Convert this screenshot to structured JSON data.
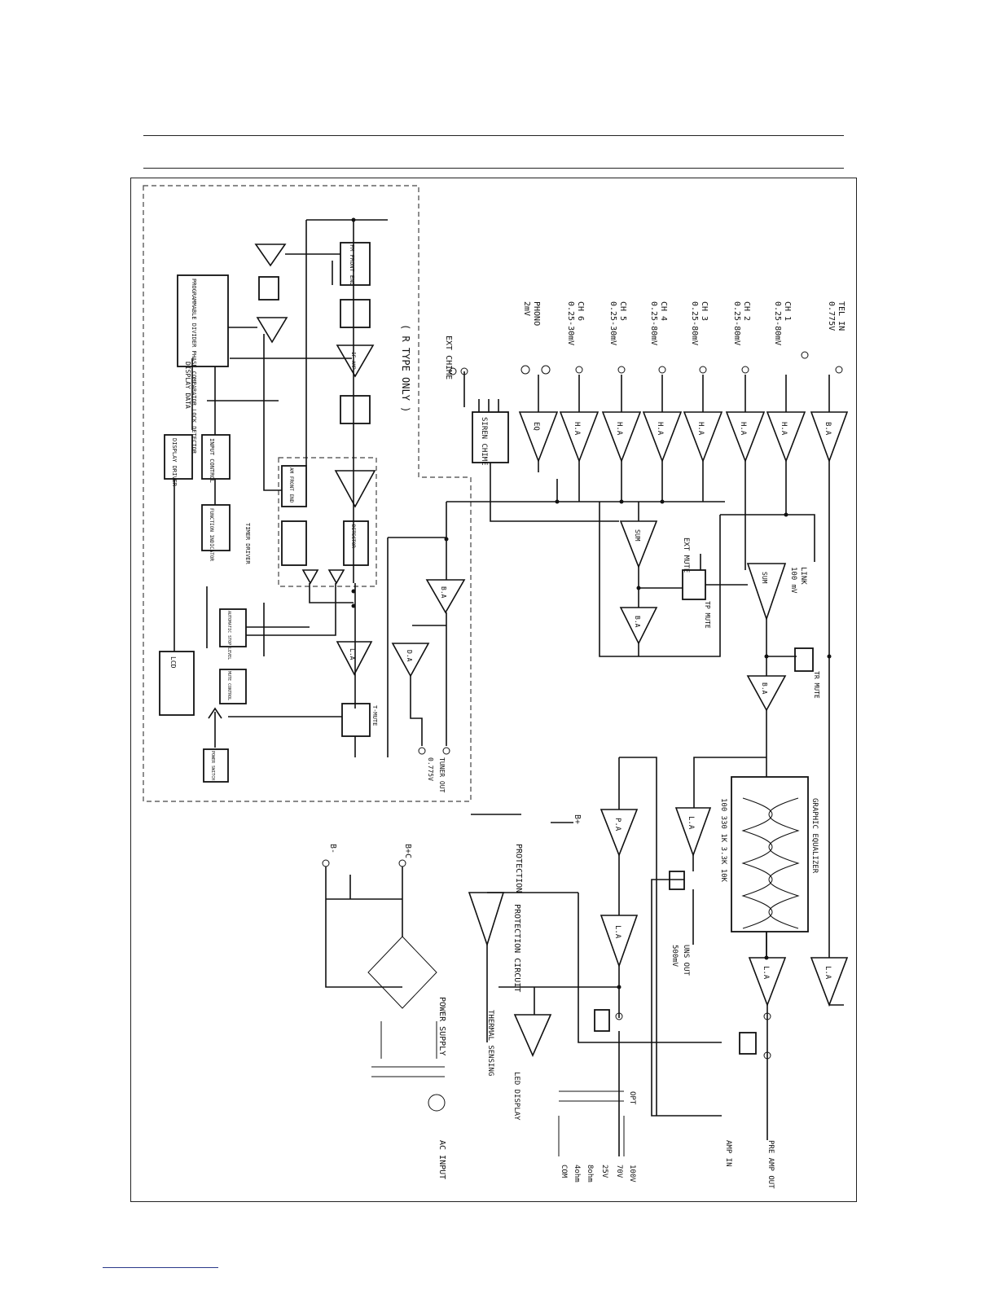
{
  "diagram": {
    "title": "",
    "optional_section": "( R TYPE ONLY )",
    "inputs": [
      {
        "id": "tel",
        "name": "TEL IN",
        "level": "0.775V"
      },
      {
        "id": "ch1",
        "name": "CH 1",
        "level": "0.25-80mV"
      },
      {
        "id": "ch2",
        "name": "CH 2",
        "level": "0.25-80mV"
      },
      {
        "id": "ch3",
        "name": "CH 3",
        "level": "0.25-80mV"
      },
      {
        "id": "ch4",
        "name": "CH 4",
        "level": "0.25-80mV"
      },
      {
        "id": "ch5",
        "name": "CH 5",
        "level": "0.25-30mV"
      },
      {
        "id": "ch6",
        "name": "CH 6",
        "level": "0.25-30mV"
      },
      {
        "id": "phono",
        "name": "PHONO",
        "level": "2mV"
      },
      {
        "id": "ext_chime",
        "name": "EXT CHIME",
        "level": ""
      }
    ],
    "blocks": {
      "head_amp": "H.A",
      "line_amp": "L.A",
      "eq": "EQ",
      "buffer_amp": "B.A",
      "driver_amp": "D.A",
      "mix": "SUM",
      "siren": "SIREN CHIME",
      "power_amp": "P.A",
      "graphic_eq": "GRAPHIC EQUALIZER",
      "eq_bands": "100 330 1K 3.3K 10K",
      "protection_circuit": "PROTECTION CIRCUIT",
      "protection": "PROTECTION",
      "thermal": "THERMAL SENSING",
      "led_display": "LED DISPLAY",
      "power_supply": "POWER SUPPLY",
      "ac_input": "AC INPUT",
      "tuner_eq": "PROGRAMMABLE DIVIDER PHASE COMPARATOR LOCK DETECTOR",
      "front_end_fm": "FM FRONT END",
      "front_end_am": "AM FRONT END",
      "if_amp": "IF AMP",
      "detector": "DETECTOR",
      "function_indicator": "FUNCTION INDICATOR",
      "input_control": "INPUT CONTROL",
      "display_driver": "DISPLAY DRIVER",
      "display_data": "DISPLAY DATA",
      "auto_stop": "AUTOMATIC STOP LEVEL",
      "mute_control": "MUTE CONTROL",
      "timer_driver": "TIMER DRIVER",
      "power_switch": "POWER SWITCH",
      "lcd": "LCD"
    },
    "labels": {
      "ext_mute": "EXT MUTE",
      "tp_mute": "TP MUTE",
      "tr_mute": "TR MUTE",
      "link": "LINK",
      "link_level": "100 mV",
      "uns_out": "UNS OUT",
      "uns_level": "500mV",
      "amp_in": "AMP IN",
      "pre_out": "PRE AMP OUT",
      "tuner_out": "TUNER OUT",
      "tuner_level": "0.775V",
      "opt": "OPT",
      "b_plus": "B+",
      "b_minus": "B-",
      "b_plus_c": "B+C"
    },
    "speaker_taps": [
      "100V",
      "70V",
      "25V",
      "8ohm",
      "4ohm",
      "COM"
    ]
  }
}
